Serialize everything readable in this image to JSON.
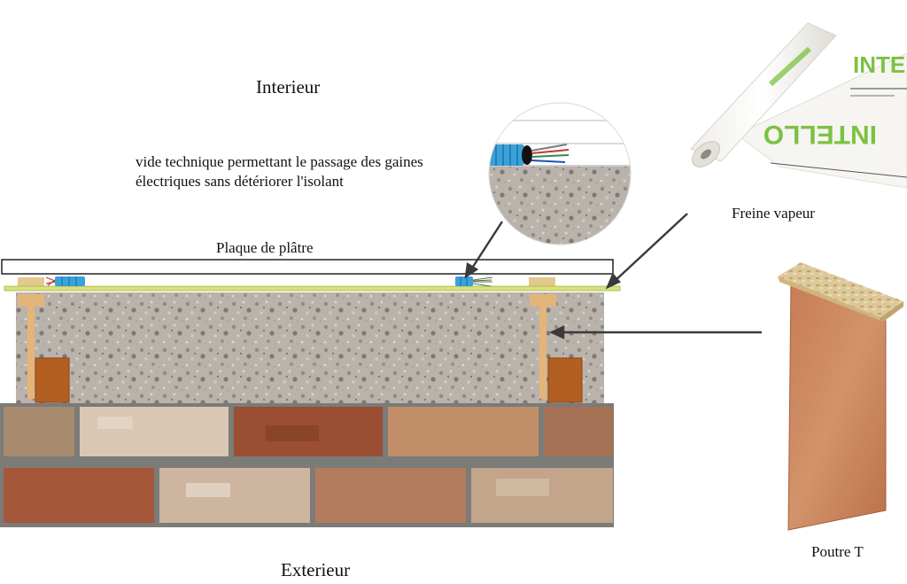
{
  "labels": {
    "interior": "Interieur",
    "exterior": "Exterieur",
    "technical_void": "vide technique permettant le passage des gaines électriques sans détériorer l'isolant",
    "plasterboard": "Plaque de plâtre",
    "vapour_retarder": "Freine vapeur",
    "t_beam": "Poutre T"
  },
  "product_print": {
    "brand": "INTELLO",
    "brand_partial": "INTE"
  },
  "colors": {
    "plaster": "#ffffff",
    "membrane": "#d8e27a",
    "insulation": "#b8b2aa",
    "timber": "#e3b277",
    "brick_red": "#9a4e32",
    "brick_light": "#d9c6b3",
    "mortar": "#7b7b78",
    "conduit": "#3aa2d8",
    "arrow": "#3a3a3a",
    "roll_print": "#7cc242"
  },
  "icons": [
    "cable-conduit-icon",
    "arrow-icon",
    "membrane-roll-icon",
    "t-beam-icon"
  ]
}
